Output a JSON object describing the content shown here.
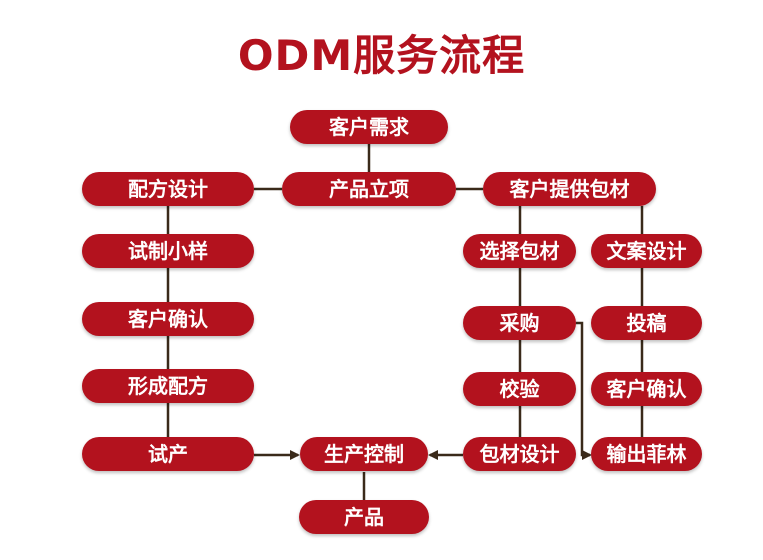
{
  "title": "ODM服务流程",
  "nodes": {
    "customer_demand": "客户需求",
    "product_project": "产品立项",
    "formula_design": "配方设计",
    "trial_sample": "试制小样",
    "customer_confirm_left": "客户确认",
    "form_formula": "形成配方",
    "trial_production": "试产",
    "production_control": "生产控制",
    "product": "产品",
    "customer_packaging": "客户提供包材",
    "select_packaging": "选择包材",
    "procurement": "采购",
    "inspection": "校验",
    "packaging_design": "包材设计",
    "copy_design": "文案设计",
    "submission": "投稿",
    "customer_confirm_right": "客户确认",
    "output_film": "输出菲林"
  },
  "colors": {
    "node_fill": "#b3121e",
    "node_text": "#ffffff",
    "title": "#b3121e",
    "connector": "#3a2a1a"
  }
}
